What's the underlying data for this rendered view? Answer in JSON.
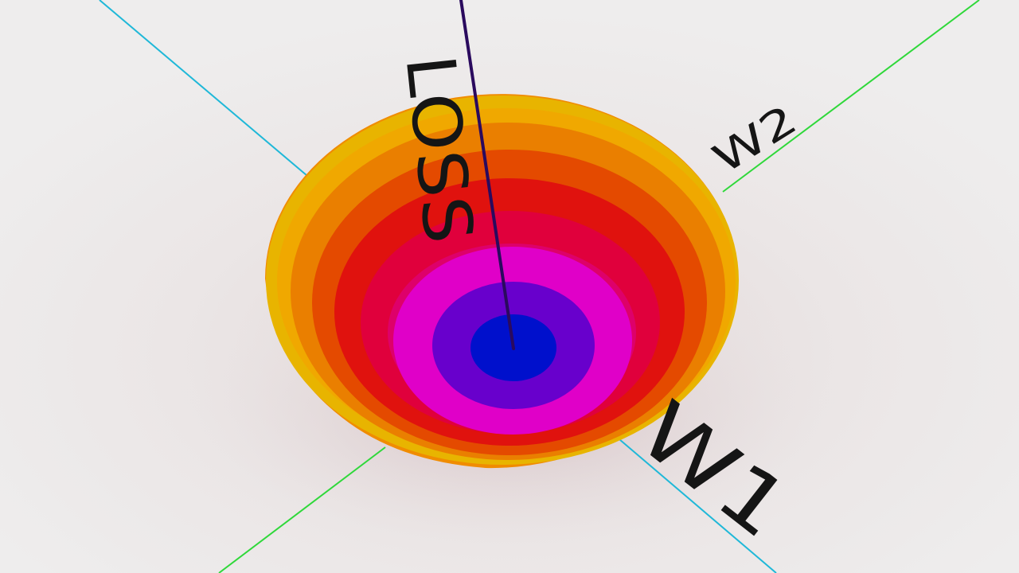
{
  "labels": {
    "loss": "LOSS",
    "w1": "W1",
    "w2": "W2"
  },
  "colors": {
    "background": "#ebe9e9",
    "w1_axis": "#1fb8d8",
    "w2_axis": "#2fd83a",
    "loss_axis": "#2a0a5e",
    "label": "#151515",
    "bowl_bands_outer_to_inner": [
      "#f0a800",
      "#ea7f00",
      "#e44a00",
      "#e0120e",
      "#e0003c",
      "#de006a",
      "#e000c8",
      "#6800cc",
      "#0010cc"
    ],
    "bowl_rim": "#e8b400",
    "bowl_outer": "#f08c00"
  },
  "icons": []
}
